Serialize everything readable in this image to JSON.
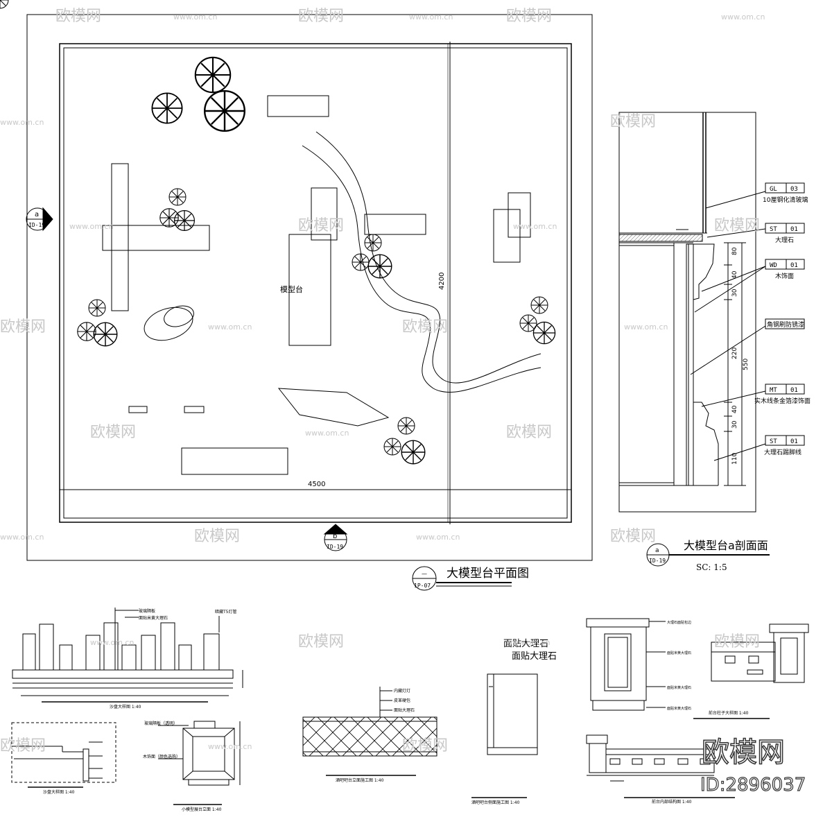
{
  "plan": {
    "title": "大模型台平面图",
    "title_badge_top": "—",
    "title_badge_bottom": "1P-07",
    "label_model": "模型台",
    "dim_width": "4500",
    "dim_height": "4200",
    "marker_a_letter": "a",
    "marker_a_ref": "ID-19",
    "marker_b_letter": "b",
    "marker_b_ref": "ID-19"
  },
  "section": {
    "title": "大模型台a剖面面",
    "scale": "SC: 1:5",
    "badge_letter": "a",
    "badge_ref": "ID-19",
    "dims": [
      "80",
      "40",
      "30",
      "220",
      "550",
      "40",
      "30",
      "110"
    ],
    "tags": [
      {
        "code": "GL",
        "num": "03",
        "desc": "10厘钢化清玻璃"
      },
      {
        "code": "ST",
        "num": "01",
        "desc": "大理石"
      },
      {
        "code": "WD",
        "num": "01",
        "desc": "木饰面"
      },
      {
        "code": "",
        "num": "",
        "desc": "角钢刷防锈漆"
      },
      {
        "code": "MT",
        "num": "01",
        "desc": "实木线条金箔漆饰面"
      },
      {
        "code": "ST",
        "num": "01",
        "desc": "大理石踢脚线"
      }
    ]
  },
  "details": {
    "sandtable_elev_title": "沙盘大样图 1:40",
    "sandtable_notes": [
      "玻璃隔板",
      "面贴米黄大理石",
      "暗藏T5灯管"
    ],
    "sandtable_sect_title": "沙盘大样图 1:40",
    "small_model_title": "小模型展台立面 1:40",
    "small_model_notes": [
      "玻璃隔板（透明）",
      "木饰面（颜色选购）"
    ],
    "bar_elev_title": "酒吧吧台立面施工图 1:40",
    "bar_notes": [
      "内藏灯灯",
      "皮革硬包",
      "面贴大理石"
    ],
    "side_title": "酒吧吧台侧面施工图 1:40",
    "side_label_1": "面贴大理石",
    "side_label_2": "面贴大理石",
    "counter_elev_title": "前台柱子大样图 1:40",
    "counter_notes": [
      "大理石面贴包边",
      "面贴米黄大理石",
      "面贴米黄大理石",
      "面贴米黄大理石"
    ],
    "counter_struct_title": "前台内部结构图 1:40"
  },
  "watermark": {
    "brand": "欧模网",
    "url": "www.om.cn",
    "big_brand": "欧模网",
    "id_text": "ID:2896037"
  }
}
